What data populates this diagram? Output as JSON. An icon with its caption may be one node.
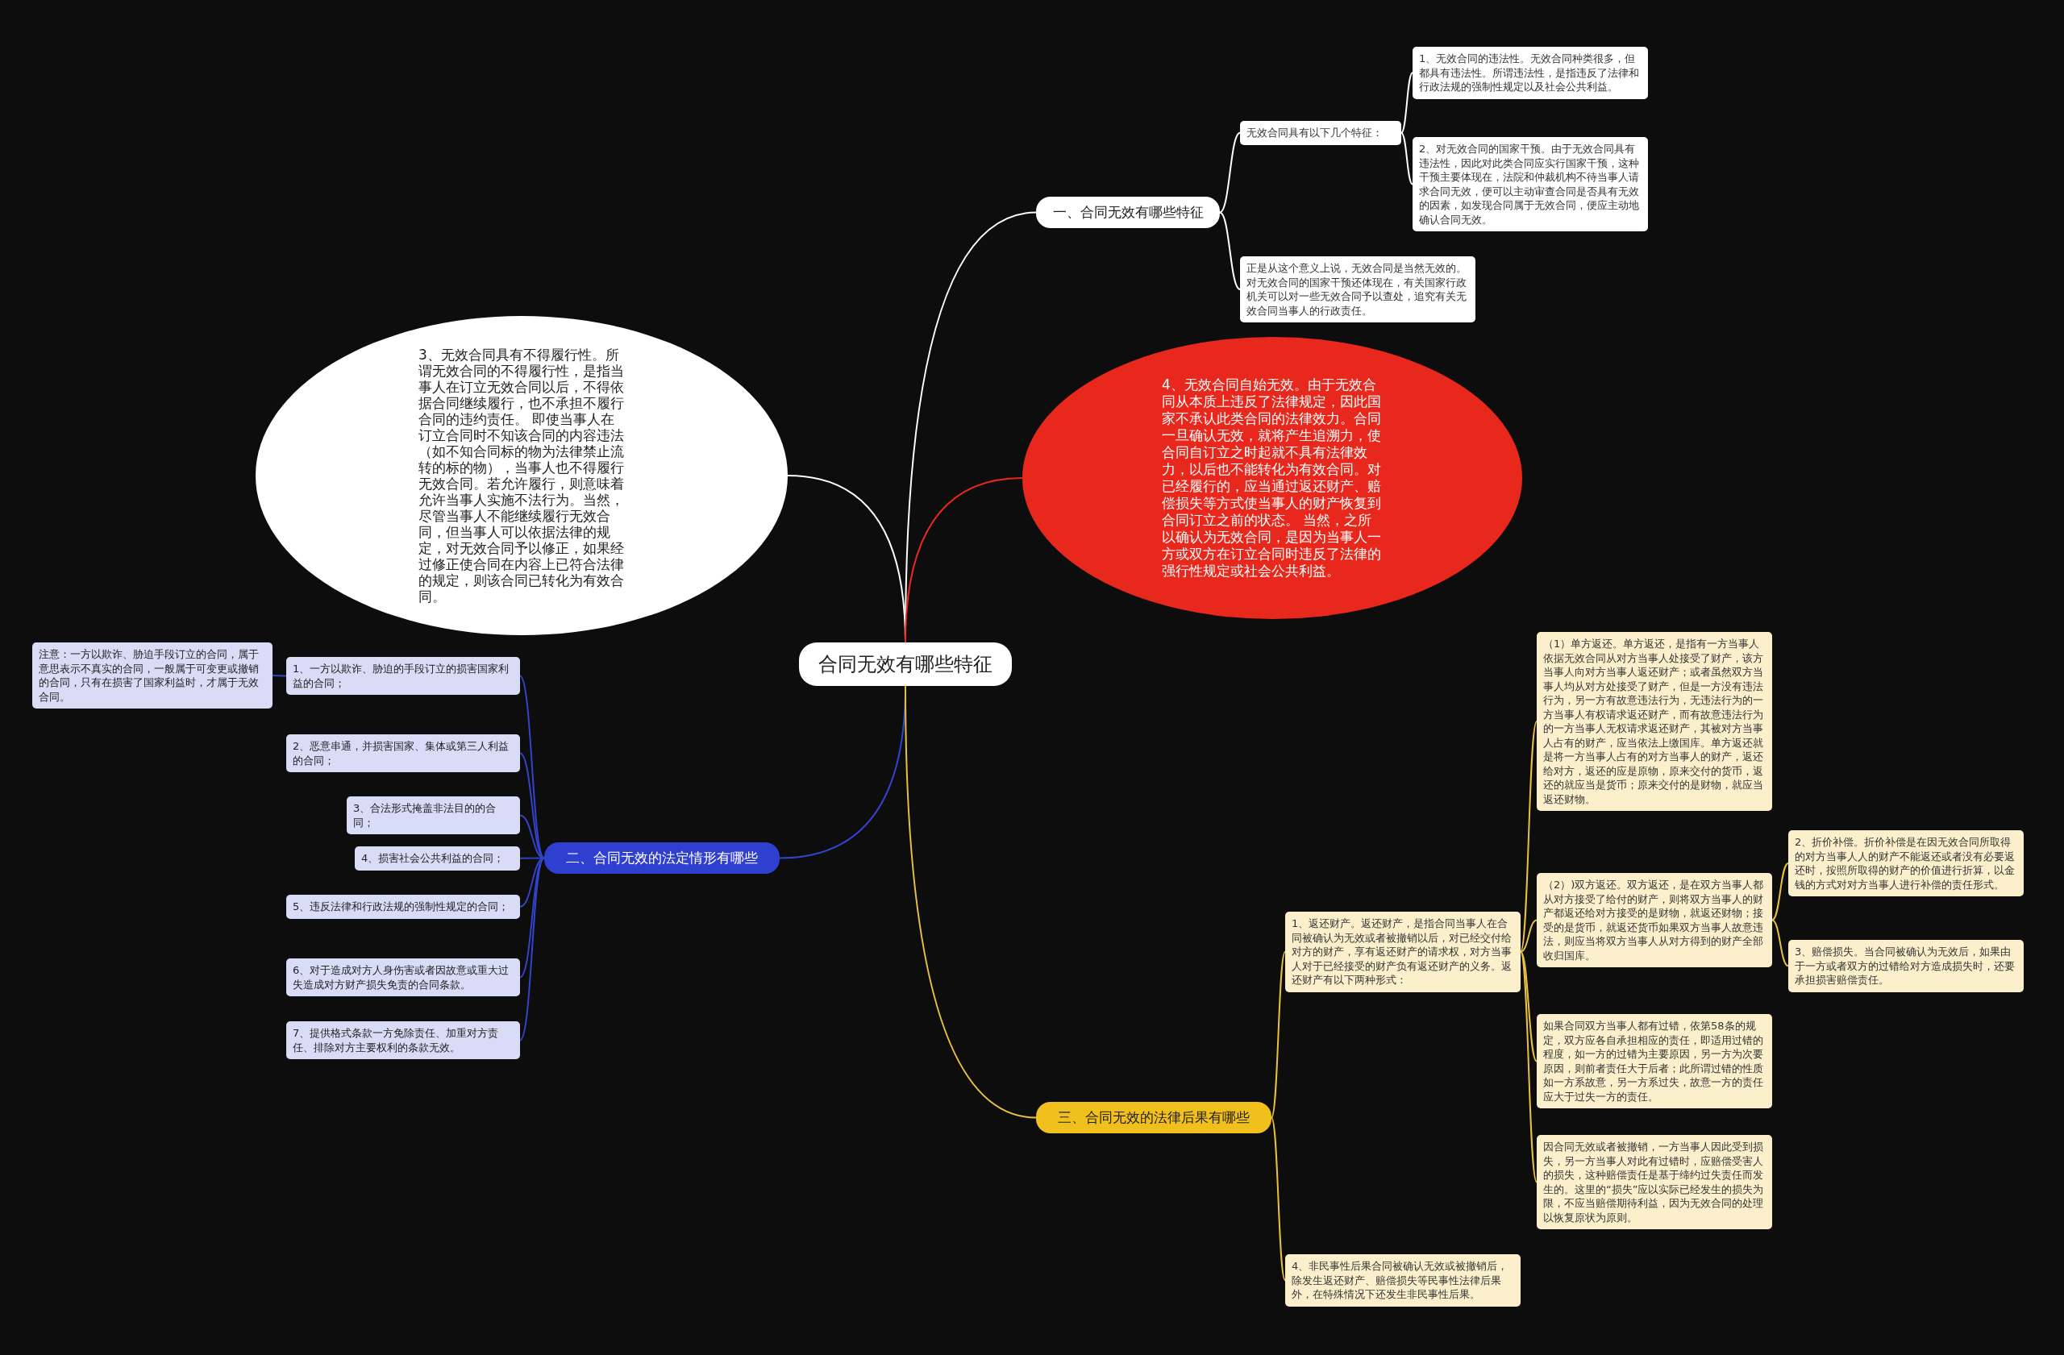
{
  "diagram": {
    "nodes": [
      {
        "text": [
          "合同无效有哪些特征"
        ]
      },
      {
        "text": [
          "一、合同无效有哪些特征"
        ]
      },
      {
        "text": [
          "无效合同具有以下几个特征："
        ]
      },
      {
        "text": [
          "1、无效合同的违法性。无效合同种类很多，但都具有违法性。所谓违法性，是指违反了法律和行政法规的强制性规定以及社会公共利益。"
        ]
      },
      {
        "text": [
          "2、对无效合同的国家干预。由于无效合同具有违法性，因此对此类合同应实行国家干预，这种干预主要体现在，法院和仲裁机构不待当事人请求合同无效，便可以主动审查合同是否具有无效的因素，如发现合同属于无效合同，便应主动地确认合同无效。"
        ]
      },
      {
        "text": [
          "正是从这个意义上说，无效合同是当然无效的。对无效合同的国家干预还体现在，有关国家行政机关可以对一些无效合同予以查处，追究有关无效合同当事人的行政责任。"
        ]
      },
      {
        "text": [
          "3、无效合同具有不得履行性。所谓无效合同的不得履行性，是指当事人在订立无效合同以后，不得依据合同继续履行，也不承担不履行合同的违约责任。 即使当事人在订立合同时不知该合同的内容违法（如不知合同标的物为法律禁止流转的标的物），当事人也不得履行无效合同。若允许履行，则意味着允许当事人实施不法行为。当然，尽管当事人不能继续履行无效合同，但当事人可以依据法律的规定，对无效合同予以修正，如果经过修正使合同在内容上已符合法律的规定，则该合同已转化为有效合同。"
        ]
      },
      {
        "text": [
          "4、无效合同自始无效。由于无效合同从本质上违反了法律规定，因此国家不承认此类合同的法律效力。合同一旦确认无效，就将产生追溯力，使合同自订立之时起就不具有法律效力，以后也不能转化为有效合同。对已经履行的，应当通过返还财产、赔偿损失等方式使当事人的财产恢复到合同订立之前的状态。 当然，之所以确认为无效合同，是因为当事人一方或双方在订立合同时违反了法律的强行性规定或社会公共利益。"
        ]
      },
      {
        "text": [
          "二、合同无效的法定情形有哪些"
        ]
      },
      {
        "text": [
          "1、一方以欺诈、胁迫的手段订立的损害国家利益的合同；"
        ]
      },
      {
        "text": [
          "2、恶意串通，并损害国家、集体或第三人利益的合同；"
        ]
      },
      {
        "text": [
          "3、合法形式掩盖非法目的的合同；"
        ]
      },
      {
        "text": [
          "4、损害社会公共利益的合同；"
        ]
      },
      {
        "text": [
          "5、违反法律和行政法规的强制性规定的合同；"
        ]
      },
      {
        "text": [
          "6、对于造成对方人身伤害或者因故意或重大过失造成对方财产损失免责的合同条款。"
        ]
      },
      {
        "text": [
          "7、提供格式条款一方免除责任、加重对方责任、排除对方主要权利的条款无效。"
        ]
      },
      {
        "text": [
          "注意：一方以欺诈、胁迫手段订立的合同，属于意思表示不真实的合同，一般属于可变更或撤销的合同，只有在损害了国家利益时，才属于无效合同。"
        ]
      },
      {
        "text": [
          "三、合同无效的法律后果有哪些"
        ]
      },
      {
        "text": [
          "1、返还财产。返还财产，是指合同当事人在合同被确认为无效或者被撤销以后，对已经交付给对方的财产，享有返还财产的请求权，对方当事人对于已经接受的财产负有返还财产的义务。返还财产有以下两种形式："
        ]
      },
      {
        "text": [
          "（1）单方返还。单方返还，是指有一方当事人依据无效合同从对方当事人处接受了财产，该方当事人向对方当事人返还财产；或者虽然双方当事人均从对方处接受了财产，但是一方没有违法行为，另一方有故意违法行为，无违法行为的一方当事人有权请求返还财产，而有故意违法行为的一方当事人无权请求返还财产，其被对方当事人占有的财产，应当依法上缴国库。单方返还就是将一方当事人占有的对方当事人的财产，返还给对方，返还的应是原物，原来交付的货币，返还的就应当是货币；原来交付的是财物，就应当返还财物。"
        ]
      },
      {
        "text": [
          "（2）)双方返还。双方返还，是在双方当事人都从对方接受了给付的财产，则将双方当事人的财产都返还给对方接受的是财物，就返还财物；接受的是货币，就返还货币如果双方当事人故意违法，则应当将双方当事人从对方得到的财产全部收归国库。"
        ]
      },
      {
        "text": [
          "2、折价补偿。折价补偿是在因无效合同所取得的对方当事人人的财产不能返还或者没有必要返还时，按照所取得的财产的价值进行折算，以金钱的方式对对方当事人进行补偿的责任形式。"
        ]
      },
      {
        "text": [
          "3、赔偿损失。当合同被确认为无效后，如果由于一方或者双方的过错给对方造成损失时，还要承担损害赔偿责任。"
        ]
      },
      {
        "text": [
          "如果合同双方当事人都有过错，依第58条的规定，双方应各自承担相应的责任，即适用过错的程度，如一方的过错为主要原因，另一方为次要原因，则前者责任大于后者；此所谓过错的性质如一方系故意，另一方系过失，故意一方的责任应大于过失一方的责任。"
        ]
      },
      {
        "text": [
          "因合同无效或者被撤销，一方当事人因此受到损失，另一方当事人对此有过错时，应赔偿受害人的损失，这种赔偿责任是基于缔约过失责任而发生的。这里的“损失”应以实际已经发生的损失为限，不应当赔偿期待利益，因为无效合同的处理以恢复原状为原则。"
        ]
      },
      {
        "text": [
          "4、非民事性后果合同被确认无效或被撤销后，除发生返还财产、赔偿损失等民事性法律后果外，在特殊情况下还发生非民事性后果。"
        ]
      }
    ],
    "edges": [
      {
        "from": 0,
        "to": 1,
        "arrow": "none",
        "color": "#ffffff"
      },
      {
        "from": 1,
        "to": 2,
        "arrow": "none",
        "color": "#ffffff"
      },
      {
        "from": 2,
        "to": 3,
        "arrow": "none",
        "color": "#ffffff"
      },
      {
        "from": 2,
        "to": 4,
        "arrow": "none",
        "color": "#ffffff"
      },
      {
        "from": 1,
        "to": 5,
        "arrow": "none",
        "color": "#ffffff"
      },
      {
        "from": 0,
        "to": 6,
        "arrow": "none",
        "color": "#ffffff"
      },
      {
        "from": 0,
        "to": 7,
        "arrow": "none",
        "color": "#e8281c"
      },
      {
        "from": 0,
        "to": 8,
        "arrow": "none",
        "color": "#3344cc"
      },
      {
        "from": 8,
        "to": 9,
        "arrow": "none",
        "color": "#3344cc"
      },
      {
        "from": 8,
        "to": 10,
        "arrow": "none",
        "color": "#3344cc"
      },
      {
        "from": 8,
        "to": 11,
        "arrow": "none",
        "color": "#3344cc"
      },
      {
        "from": 8,
        "to": 12,
        "arrow": "none",
        "color": "#3344cc"
      },
      {
        "from": 8,
        "to": 13,
        "arrow": "none",
        "color": "#3344cc"
      },
      {
        "from": 8,
        "to": 14,
        "arrow": "none",
        "color": "#3344cc"
      },
      {
        "from": 8,
        "to": 15,
        "arrow": "none",
        "color": "#3344cc"
      },
      {
        "from": 9,
        "to": 16,
        "arrow": "none",
        "color": "#3344cc"
      },
      {
        "from": 0,
        "to": 17,
        "arrow": "none",
        "color": "#e8c040"
      },
      {
        "from": 17,
        "to": 18,
        "arrow": "none",
        "color": "#e8c040"
      },
      {
        "from": 18,
        "to": 19,
        "arrow": "none",
        "color": "#e8c040"
      },
      {
        "from": 18,
        "to": 20,
        "arrow": "none",
        "color": "#e8c040"
      },
      {
        "from": 20,
        "to": 21,
        "arrow": "none",
        "color": "#e8c040"
      },
      {
        "from": 20,
        "to": 22,
        "arrow": "none",
        "color": "#e8c040"
      },
      {
        "from": 18,
        "to": 23,
        "arrow": "none",
        "color": "#e8c040"
      },
      {
        "from": 18,
        "to": 24,
        "arrow": "none",
        "color": "#e8c040"
      },
      {
        "from": 17,
        "to": 25,
        "arrow": "none",
        "color": "#e8c040"
      }
    ]
  }
}
